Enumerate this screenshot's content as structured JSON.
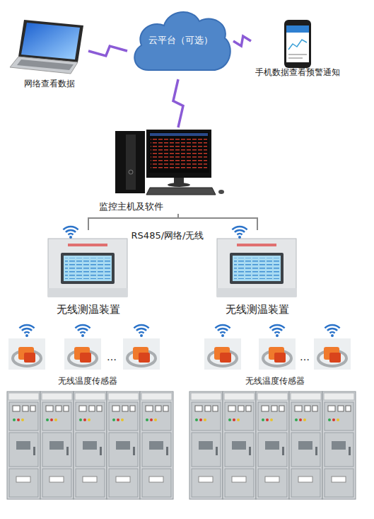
{
  "diagram": {
    "nodes": [
      {
        "text": [
          "网络查看数据"
        ]
      },
      {
        "text": [
          "云平台（可选）"
        ]
      },
      {
        "text": [
          "手机数据查看预警通知"
        ]
      },
      {
        "text": [
          "监控主机及软件"
        ]
      },
      {
        "text": [
          "无线测温装置"
        ]
      },
      {
        "text": [
          "无线测温装置"
        ]
      },
      {
        "text": [
          "无线温度传感器"
        ]
      },
      {
        "text": [
          "无线温度传感器"
        ]
      }
    ],
    "edges": [
      {
        "from": 0,
        "to": 1,
        "arrow": "none"
      },
      {
        "from": 1,
        "to": 2,
        "arrow": "none"
      },
      {
        "from": 1,
        "to": 3,
        "arrow": "none"
      },
      {
        "from": 3,
        "to": 4,
        "arrow": "none"
      },
      {
        "from": 3,
        "to": 5,
        "arrow": "none"
      }
    ],
    "labels": [
      "RS485/网络/无线",
      "…",
      "…"
    ]
  }
}
